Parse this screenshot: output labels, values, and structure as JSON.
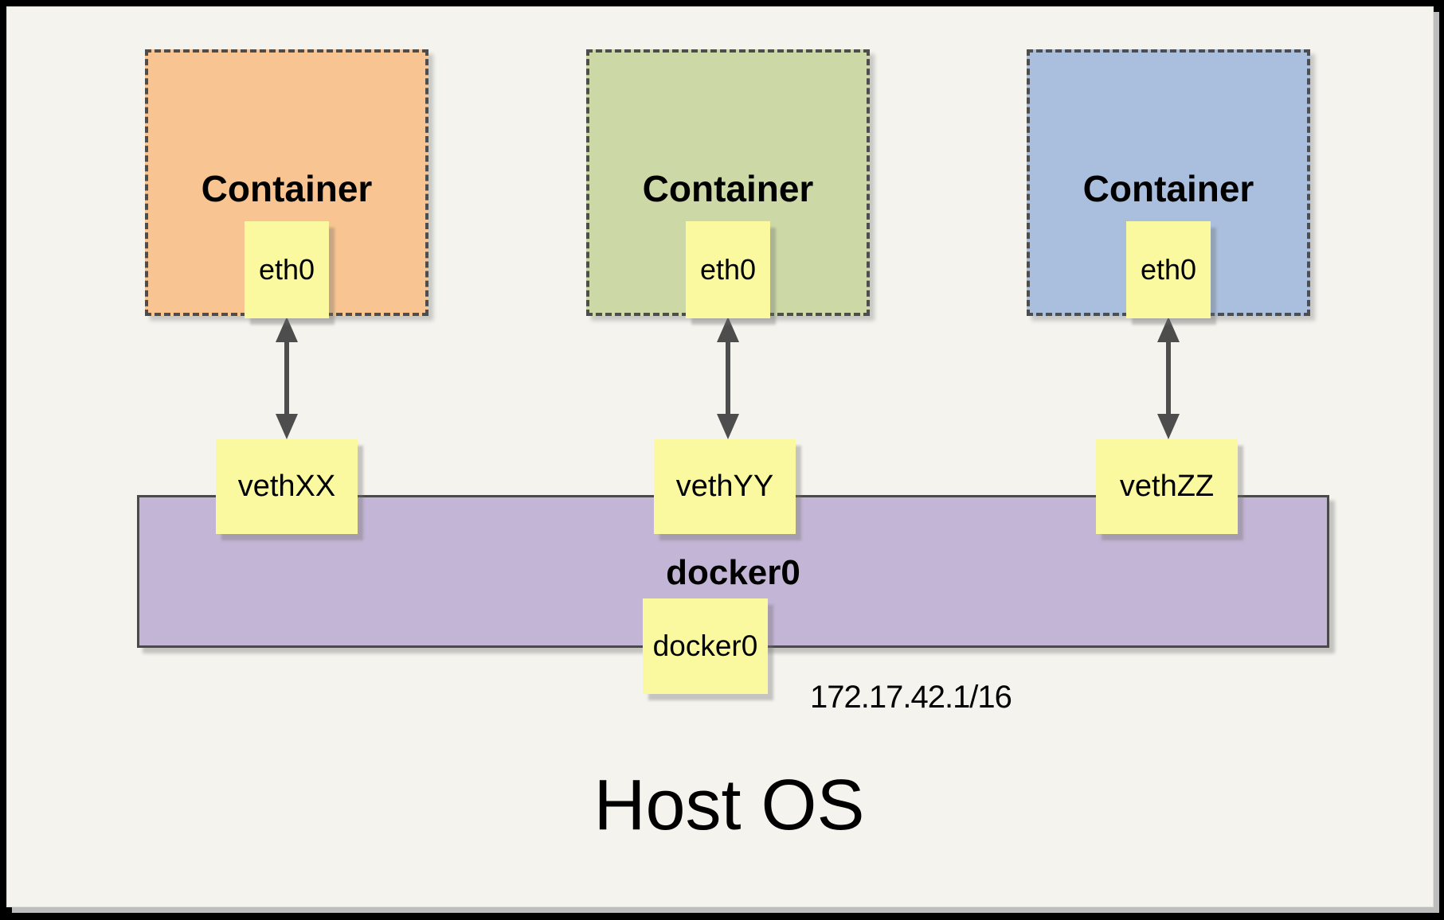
{
  "diagram": {
    "host": {
      "label": "Host OS"
    },
    "containers": [
      {
        "label": "Container",
        "interface": "eth0",
        "veth": "vethXX",
        "fill": "#F8C491"
      },
      {
        "label": "Container",
        "interface": "eth0",
        "veth": "vethYY",
        "fill": "#CCD9A6"
      },
      {
        "label": "Container",
        "interface": "eth0",
        "veth": "vethZZ",
        "fill": "#AABFDE"
      }
    ],
    "bridge": {
      "label": "docker0",
      "interface": "docker0",
      "ip": "172.17.42.1/16",
      "fill": "#C3B5D5"
    },
    "colors": {
      "interface_box": "#FBF9A0",
      "dashed_border": "#4D4D4D",
      "arrow": "#4D4D4D",
      "panel_background": "#F4F3EE",
      "frame": "#000000"
    }
  }
}
